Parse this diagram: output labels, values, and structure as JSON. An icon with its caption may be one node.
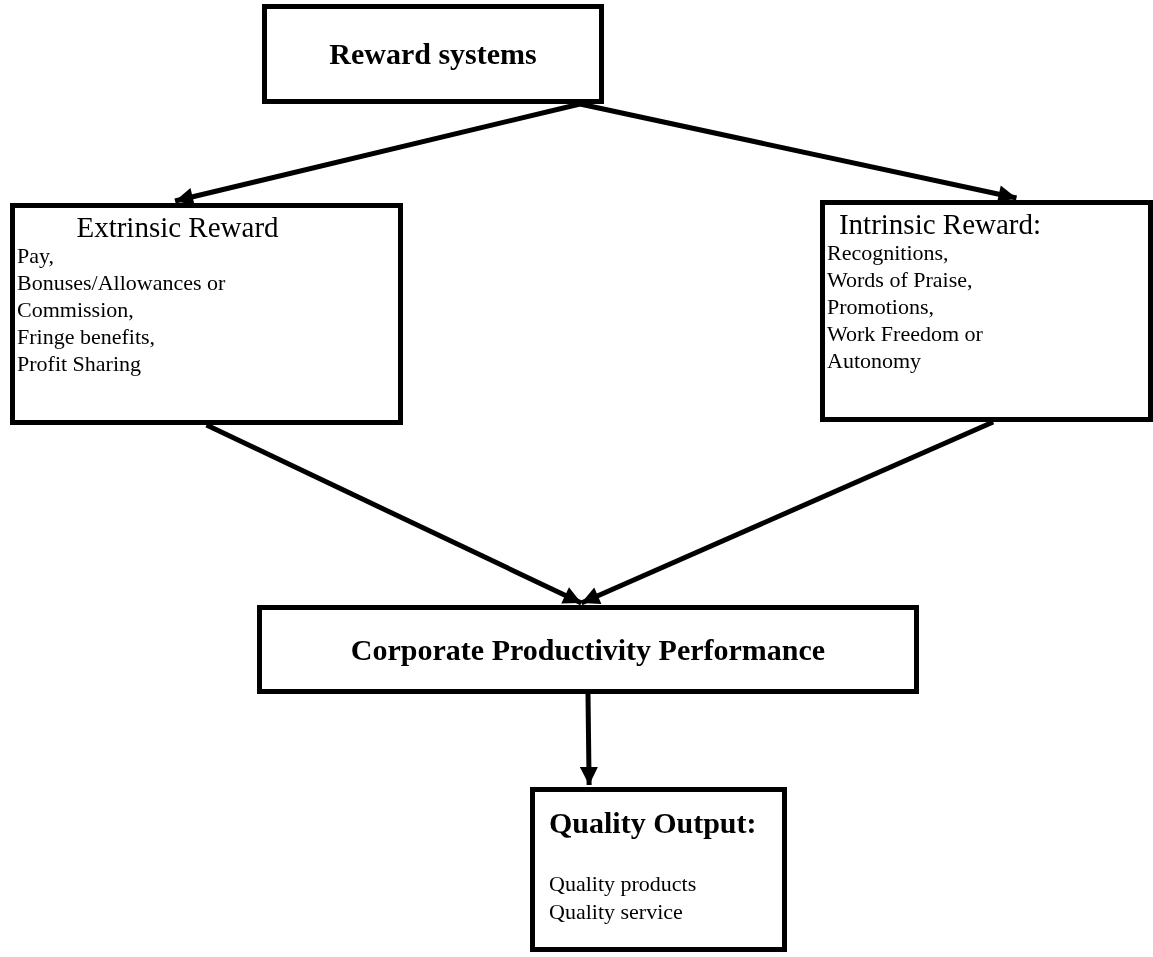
{
  "diagram": {
    "nodes": [
      {
        "text": [
          "Reward systems"
        ]
      },
      {
        "text": [
          "Extrinsic Reward",
          "Pay,",
          "Bonuses/Allowances or Commission,",
          "Fringe benefits,",
          "Profit Sharing"
        ]
      },
      {
        "text": [
          "Intrinsic Reward:",
          "Recognitions,",
          "Words of Praise,",
          "Promotions,",
          "Work Freedom or Autonomy"
        ]
      },
      {
        "text": [
          "Corporate Productivity Performance"
        ]
      },
      {
        "text": [
          "Quality Output:",
          "Quality products",
          "Quality service"
        ]
      }
    ],
    "edges": [
      {
        "from": 0,
        "to": 1,
        "arrow": "to"
      },
      {
        "from": 0,
        "to": 2,
        "arrow": "to"
      },
      {
        "from": 1,
        "to": 3,
        "arrow": "to"
      },
      {
        "from": 2,
        "to": 3,
        "arrow": "to"
      },
      {
        "from": 3,
        "to": 4,
        "arrow": "to"
      }
    ]
  }
}
